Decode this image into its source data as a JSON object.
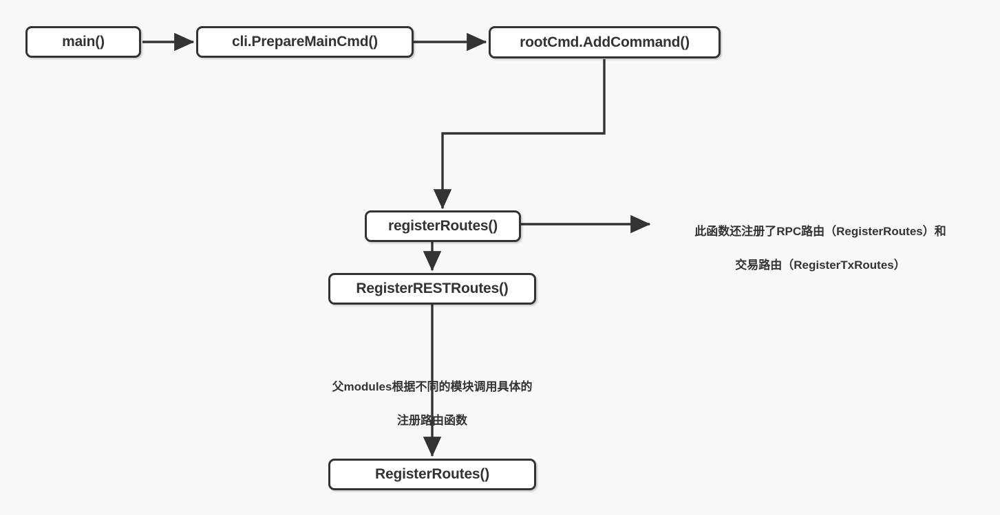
{
  "diagram": {
    "title_text": "",
    "background_color": "#f8f8f8",
    "stroke_color": "#333333",
    "node_fill_color": "#ffffff",
    "nodes": [
      {
        "id": "main",
        "label": "main()"
      },
      {
        "id": "prepare_main_cmd",
        "label": "cli.PrepareMainCmd()"
      },
      {
        "id": "add_command",
        "label": "rootCmd.AddCommand()"
      },
      {
        "id": "register_routes_lower",
        "label": "registerRoutes()"
      },
      {
        "id": "register_rest_routes",
        "label": "RegisterRESTRoutes()"
      },
      {
        "id": "register_routes_upper",
        "label": "RegisterRoutes()"
      }
    ],
    "annotations": [
      {
        "id": "rpc_note",
        "line1": "此函数还注册了RPC路由（RegisterRoutes）和",
        "line2": "交易路由（RegisterTxRoutes）"
      },
      {
        "id": "modules_note",
        "line1": "父modules根据不同的模块调用具体的",
        "line2": "注册路由函数"
      }
    ]
  }
}
